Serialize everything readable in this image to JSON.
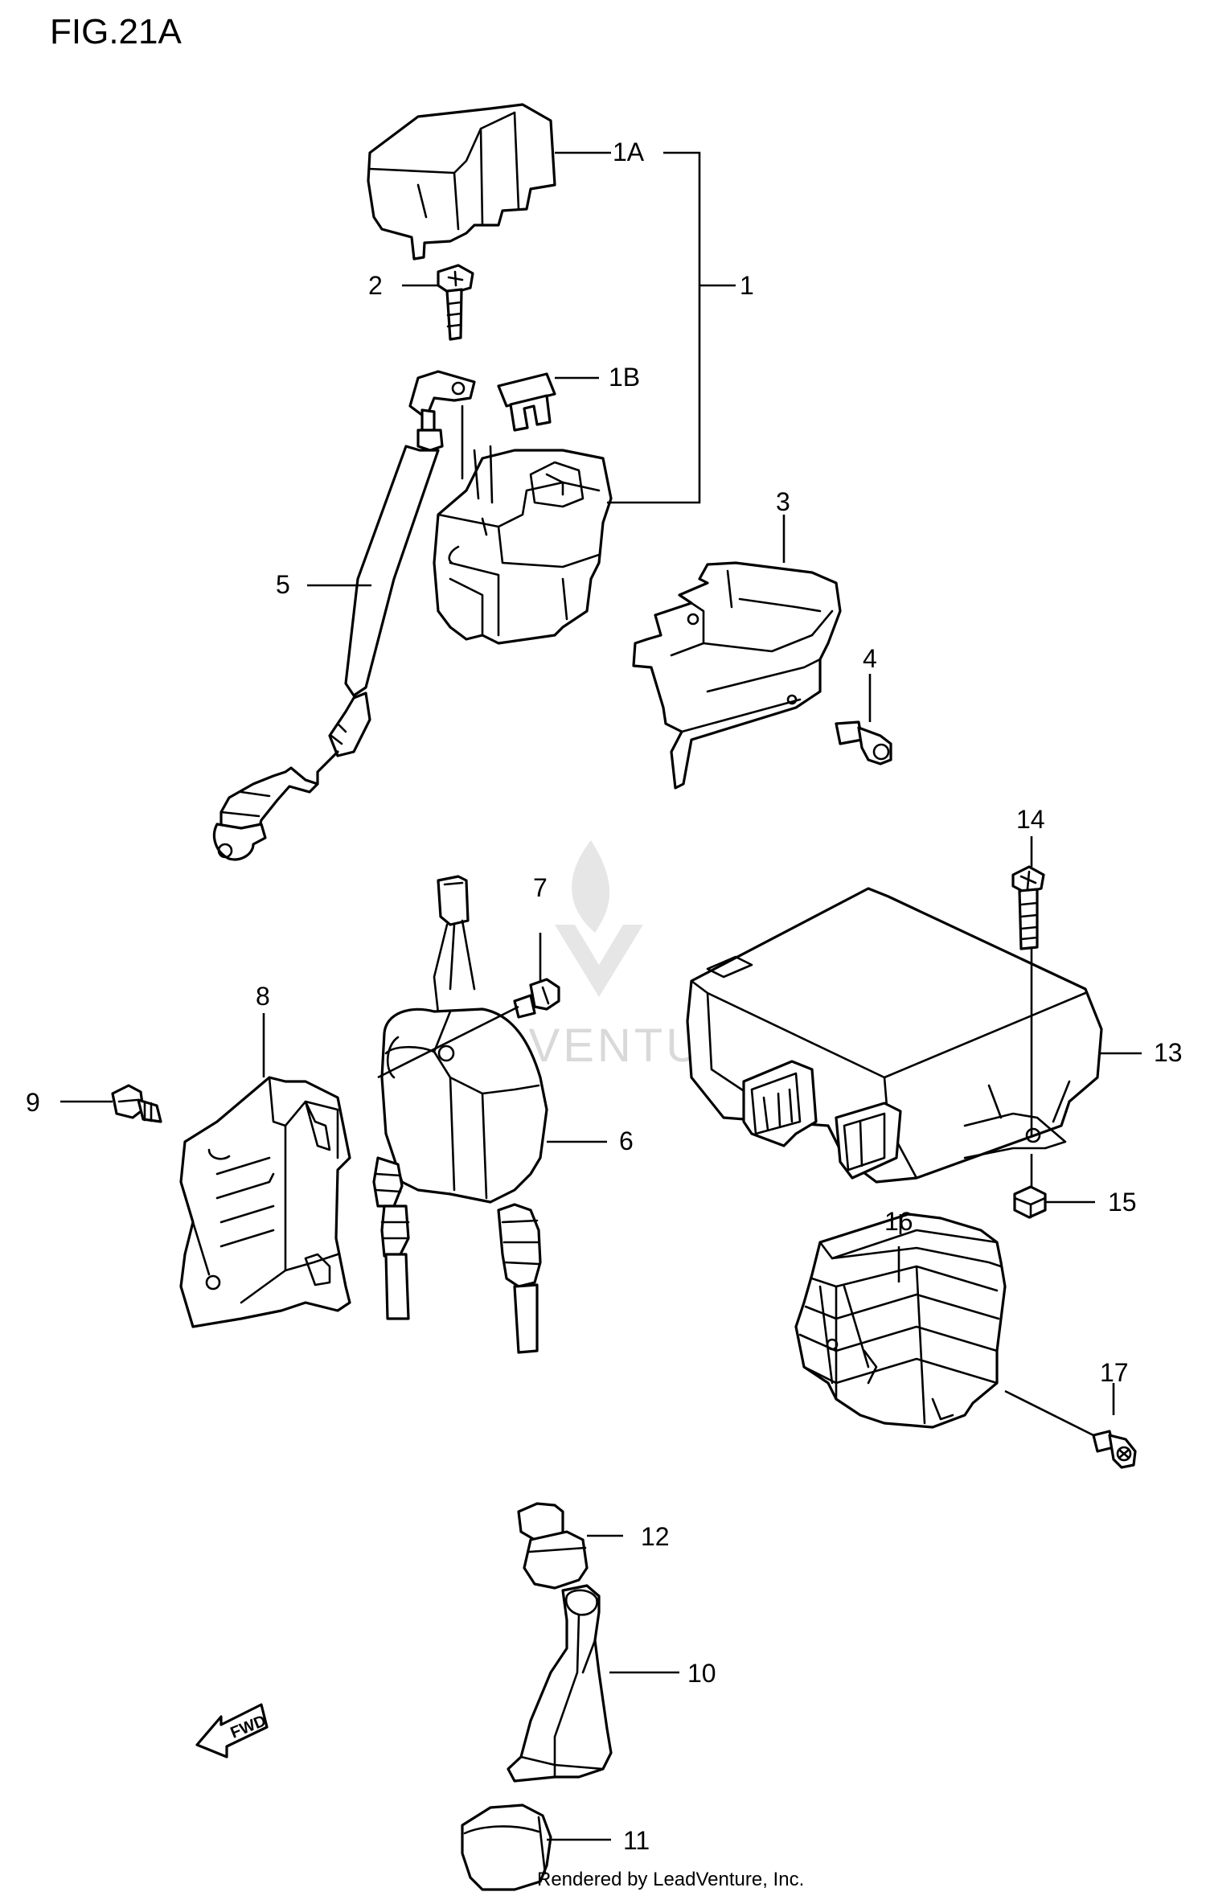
{
  "figure": {
    "title": "FIG.21A"
  },
  "callouts": {
    "c1": "1",
    "c1A": "1A",
    "c1B": "1B",
    "c2": "2",
    "c3": "3",
    "c4": "4",
    "c5": "5",
    "c6": "6",
    "c7": "7",
    "c8": "8",
    "c9": "9",
    "c10": "10",
    "c11": "11",
    "c12": "12",
    "c13": "13",
    "c14": "14",
    "c15": "15",
    "c16": "16",
    "c17": "17"
  },
  "direction_arrow": {
    "label": "FWD",
    "icon": "fwd-arrow-icon"
  },
  "watermark": {
    "text": "LEADVENTURE",
    "icon": "leadventure-flame-logo"
  },
  "footer": {
    "credit": "Rendered by LeadVenture, Inc."
  },
  "colors": {
    "line": "#000000",
    "background": "#ffffff",
    "watermark": "#d9d9d9"
  }
}
